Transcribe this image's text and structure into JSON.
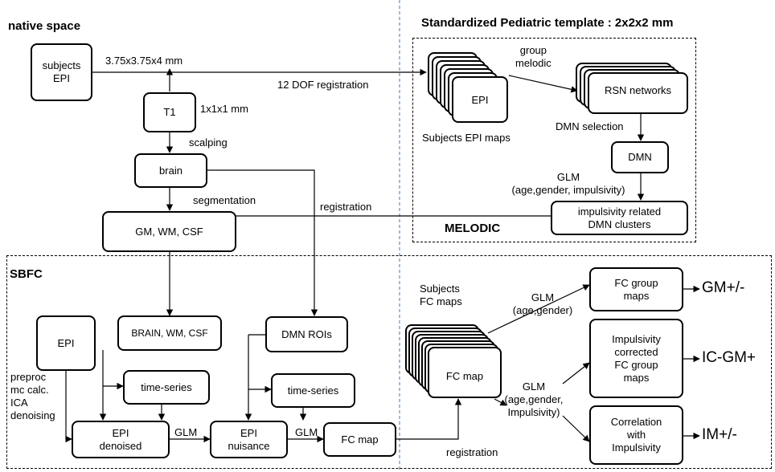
{
  "sections": {
    "native_space": "native space",
    "template": "Standardized Pediatric template : 2x2x2 mm",
    "melodic": "MELODIC",
    "sbfc": "SBFC"
  },
  "nodes": {
    "subjects_epi": "subjects\nEPI",
    "t1": "T1",
    "brain": "brain",
    "gm_wm_csf": "GM, WM, CSF",
    "epi_maps": "EPI",
    "rsn": "RSN networks",
    "dmn": "DMN",
    "impulsivity_clusters": "impulsivity related\nDMN clusters",
    "epi": "EPI",
    "brain_wm_csf": "BRAIN, WM,  CSF",
    "dmn_rois": "DMN ROIs",
    "timeseries_1": "time-series",
    "timeseries_2": "time-series",
    "epi_denoised": "EPI\ndenoised",
    "epi_nuisance": "EPI\nnuisance",
    "fc_map": "FC map",
    "fc_map_stack": "FC map",
    "fc_group_maps": "FC group\nmaps",
    "impulsivity_corrected": "Impulsivity\ncorrected\nFC group\nmaps",
    "correlation_impulsivity": "Correlation\nwith\nImpulsivity"
  },
  "labels": {
    "res_epi": "3.75x3.75x4 mm",
    "dof": "12 DOF registration",
    "res_t1": "1x1x1 mm",
    "scalping": "scalping",
    "segmentation": "segmentation",
    "registration_mid": "registration",
    "group_melodic": "group\nmelodic",
    "subjects_epi_maps": "Subjects EPI maps",
    "dmn_selection": "DMN selection",
    "glm_impulsivity": "GLM\n(age,gender, impulsivity)",
    "preproc": "preproc\nmc calc.\nICA\ndenoising",
    "glm_1": "GLM",
    "glm_2": "GLM",
    "subjects_fc_maps": "Subjects\nFC maps",
    "glm_age_gender": "GLM\n(age,gender)",
    "glm_age_gender_imp": "GLM\n(age,gender,\nImpulsivity)",
    "registration_bottom": "registration"
  },
  "outputs": {
    "gm": "GM+/-",
    "ic": "IC-GM+",
    "im": "IM+/-"
  }
}
